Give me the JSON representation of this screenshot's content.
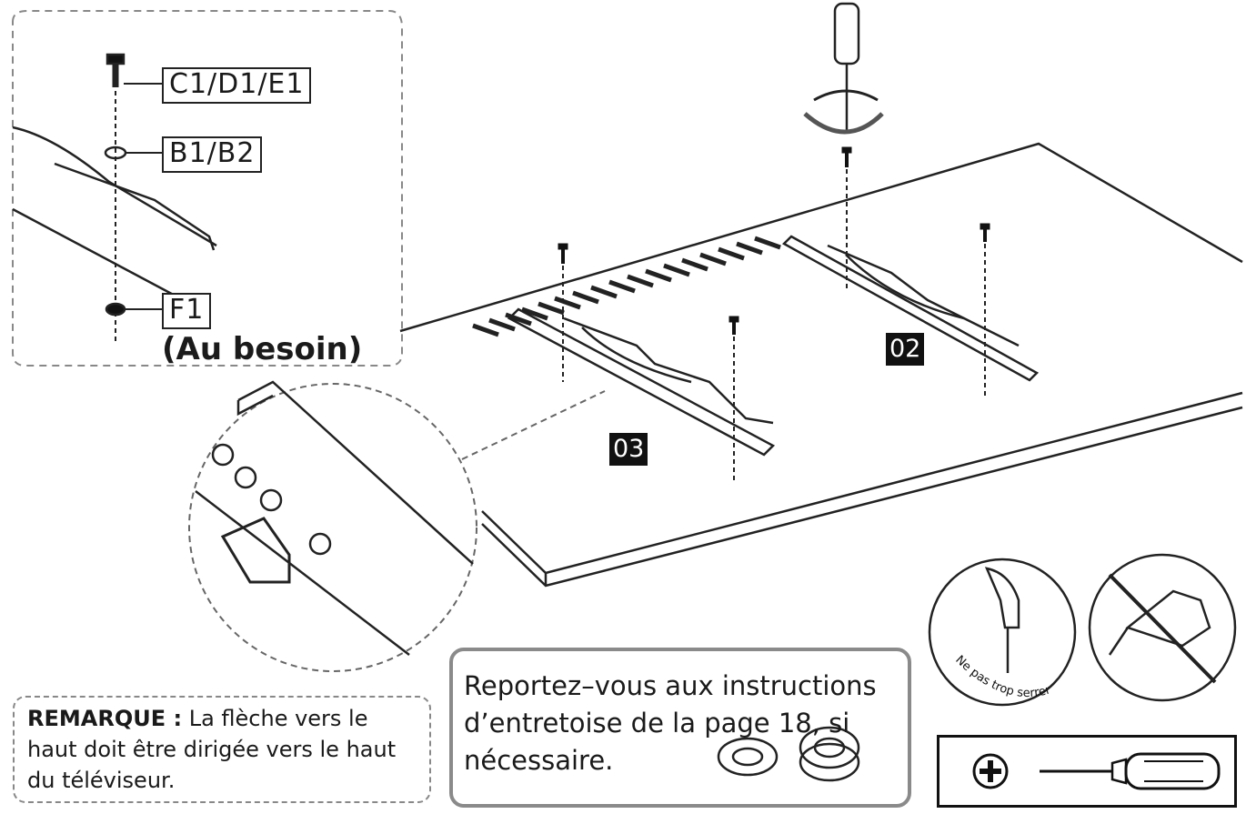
{
  "labels": {
    "screw": "C1/D1/E1",
    "washer": "B1/B2",
    "nut": "F1",
    "optional": "(Au besoin)",
    "badge_02": "02",
    "badge_03": "03"
  },
  "note": {
    "label": "REMARQUE :",
    "text": " La flèche vers le haut doit être dirigée vers le haut du téléviseur."
  },
  "spacer_info": {
    "text": "Reportez–vous aux instructions d’entretoise de la page 18, si nécessaire."
  },
  "warning_circle": {
    "text": "Ne pas trop serrer"
  },
  "icons": {
    "tool": "phillips-screwdriver-icon",
    "no_drill": "no-power-drill-icon",
    "plus": "phillips-head-icon"
  }
}
